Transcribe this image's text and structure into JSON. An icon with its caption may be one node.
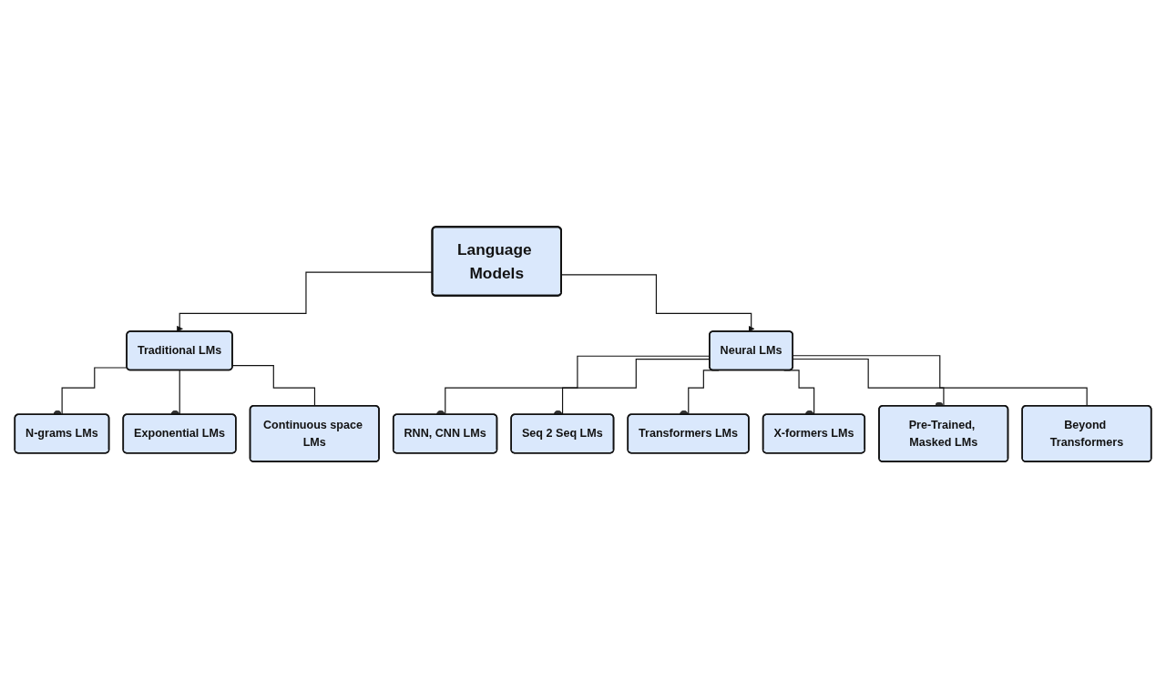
{
  "diagram": {
    "nodes": [
      {
        "text": [
          "Language Models"
        ]
      },
      {
        "text": [
          "Traditional LMs"
        ]
      },
      {
        "text": [
          "Neural LMs"
        ]
      },
      {
        "text": [
          "N-grams LMs"
        ]
      },
      {
        "text": [
          "Exponential LMs"
        ]
      },
      {
        "text": [
          "Continuous space LMs"
        ]
      },
      {
        "text": [
          "RNN, CNN LMs"
        ]
      },
      {
        "text": [
          "Seq 2 Seq LMs"
        ]
      },
      {
        "text": [
          "Transformers LMs"
        ]
      },
      {
        "text": [
          "X-formers LMs"
        ]
      },
      {
        "text": [
          "Pre-Trained, Masked LMs"
        ]
      },
      {
        "text": [
          "Beyond Transformers"
        ]
      }
    ],
    "edges": [
      {
        "from": 0,
        "to": 1,
        "arrow": "to"
      },
      {
        "from": 0,
        "to": 2,
        "arrow": "to"
      },
      {
        "from": 1,
        "to": 3,
        "arrow": "other"
      },
      {
        "from": 1,
        "to": 4,
        "arrow": "other"
      },
      {
        "from": 1,
        "to": 5,
        "arrow": "none"
      },
      {
        "from": 2,
        "to": 6,
        "arrow": "other"
      },
      {
        "from": 2,
        "to": 7,
        "arrow": "other"
      },
      {
        "from": 2,
        "to": 8,
        "arrow": "other"
      },
      {
        "from": 2,
        "to": 9,
        "arrow": "other"
      },
      {
        "from": 2,
        "to": 10,
        "arrow": "other"
      },
      {
        "from": 2,
        "to": 11,
        "arrow": "none"
      }
    ]
  }
}
